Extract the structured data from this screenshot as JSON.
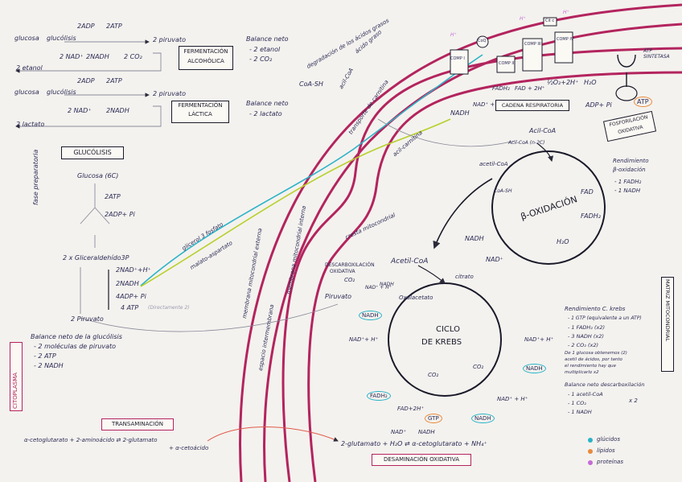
{
  "colors": {
    "membrane": "#b3245e",
    "glucids": "#2ab3c8",
    "lipids": "#e88a3c",
    "proteins": "#c56bd6",
    "malate": "#b8d02c"
  },
  "fermentation": {
    "alcoholic": {
      "title_1": "FERMENTACIÓN",
      "title_2": "ALCOHÓLICA",
      "glucose": "glucosa",
      "arrow_label": "glucólisis",
      "product": "2 piruvato",
      "atp_in": "2ADP",
      "atp_out": "2ATP",
      "nad": "2 NAD⁺",
      "nadh": "2NADH",
      "co2": "2 CO₂",
      "end": "2 etanol",
      "balance_title": "Balance neto",
      "balance_1": "- 2 etanol",
      "balance_2": "- 2 CO₂"
    },
    "lactic": {
      "title_1": "FERMENTACIÓN",
      "title_2": "LÁCTICA",
      "glucose": "glucosa",
      "arrow_label": "glucólisis",
      "product": "2 piruvato",
      "atp_in": "2ADP",
      "atp_out": "2ATP",
      "nad": "2 NAD⁺",
      "nadh": "2NADH",
      "end": "2 lactato",
      "balance_title": "Balance neto",
      "balance_1": "- 2 lactato"
    }
  },
  "glycolysis": {
    "title": "GLUCÓLISIS",
    "glucose": "Glucosa (6C)",
    "atp": "2ATP",
    "adp": "2ADP+ Pi",
    "prep_phase": "fase preparatoria",
    "g3p": "2 x Gliceraldehído3P",
    "nad": "2NAD⁺+H⁺",
    "nadh": "2NADH",
    "adp2": "4ADP+ Pi",
    "atp2": "4 ATP",
    "atp2_note": "(Directamente 2)",
    "pyruvate": "2 Piruvato",
    "balance_title": "Balance neto de la glucólisis",
    "balance_1": "- 2 moléculas de piruvato",
    "balance_2": "- 2 ATP",
    "balance_3": "- 2 NADH"
  },
  "cytoplasm": "CITOPLASMA",
  "membranes": {
    "outer": "membrana mitocondrial externa",
    "space": "espacio intermembrana",
    "inner": "membrana mitocondrial interna",
    "crest": "cresta mitocondrial"
  },
  "shuttles": {
    "glycerol": "glicerol 3 fosfato",
    "malate": "malato-aspartato",
    "carnitine": "acil-carnitina",
    "coa": "CoA-SH",
    "acylcoa_top": "acil-CoA",
    "fatty_acid": "ácido graso",
    "lipid_deg": "degradación de los ácidos grasos",
    "transport": "transporte de carnitina"
  },
  "etc": {
    "comp1": "COMP I",
    "comp2": "COMP II",
    "comp3": "COMP III",
    "comp4": "COMP IV",
    "coq": "CoQ",
    "cytc": "Cit c",
    "nadh": "NADH",
    "nad": "NAD⁺ + H⁺",
    "fadh2": "FADH₂",
    "fad": "FAD + 2H⁺",
    "o2": "½O₂+2H⁺",
    "h2o": "H₂O",
    "h": "H⁺",
    "chain_title": "CADENA RESPIRATORIA",
    "atp_synthase": "ATP SINTETASA",
    "adp": "ADP+ Pi",
    "atp": "ATP",
    "phos_1": "FOSFORILACIÓN",
    "phos_2": "OXIDATIVA"
  },
  "beta": {
    "title": "β-OXIDACIÓN",
    "acylcoa": "Acil-CoA",
    "acylcoa2": "Acil-CoA (n-2C)",
    "acetylcoa": "acetil-CoA",
    "coa": "CoA-SH",
    "fad": "FAD",
    "fadh2": "FADH₂",
    "h2o": "H₂O",
    "nadh": "NADH",
    "nad": "NAD⁺",
    "yield_title_1": "Rendimiento",
    "yield_title_2": "β-oxidación",
    "yield_1": "- 1 FADH₂",
    "yield_2": "- 1 NADH"
  },
  "krebs": {
    "title_1": "CICLO",
    "title_2": "DE KREBS",
    "decarb_1": "DESCARBOXILACIÓN",
    "decarb_2": "OXIDATIVA",
    "pyruvate": "Piruvato",
    "co2": "CO₂",
    "nad": "NAD⁺ + H⁺",
    "nadh": "NADH",
    "acetylcoa": "Acetil-CoA",
    "citrate": "citrato",
    "oxaloacetate": "Oxalacetato",
    "nadh_l": "NADH",
    "nad_l": "NAD⁺+ H⁺",
    "nad_r": "NAD⁺+ H⁺",
    "nadh_r": "NADH",
    "co2_r": "CO₂",
    "co2_l": "CO₂",
    "nadh_b": "NADH",
    "nad_b": "NAD⁺ + H⁺",
    "gtp": "GTP",
    "fad": "FAD+2H⁺",
    "fadh2": "FADH₂",
    "yield_title": "Rendimiento C. krebs",
    "yield_1": "- 1 GTP (equivalente a un ATP)",
    "yield_2": "- 1 FADH₂ (x2)",
    "yield_3": "- 3 NADH (x2)",
    "yield_4": "- 2 CO₂ (x2)",
    "yield_note_1": "De 1 glucosa obtenemos (2)",
    "yield_note_2": "acetil de ácidos, por tanto",
    "yield_note_3": "el rendimiento hay que",
    "yield_note_4": "multiplicarlo x2",
    "balance_title": "Balance neto descarboxilación",
    "balance_1": "- 1 acetil-CoA",
    "balance_2": "- 1 CO₂",
    "balance_3": "- 1 NADH",
    "balance_x2": "x 2"
  },
  "matrix": "MATRIZ MITOCONDRIAL",
  "transamination": {
    "title": "TRANSAMINACIÓN",
    "reaction_1": "α-cetoglutarato + 2-aminoácido ⇄ 2-glutamato",
    "reaction_2": "+ α-cetoácido"
  },
  "deamination": {
    "title": "DESAMINACIÓN OXIDATIVA",
    "reaction": "2-glutamato + H₂O ⇄ α-cetoglutarato + NH₄⁺",
    "nad": "NAD⁺",
    "nadh": "NADH"
  },
  "legend": [
    {
      "label": "glúcidos"
    },
    {
      "label": "lípidos"
    },
    {
      "label": "proteínas"
    }
  ]
}
